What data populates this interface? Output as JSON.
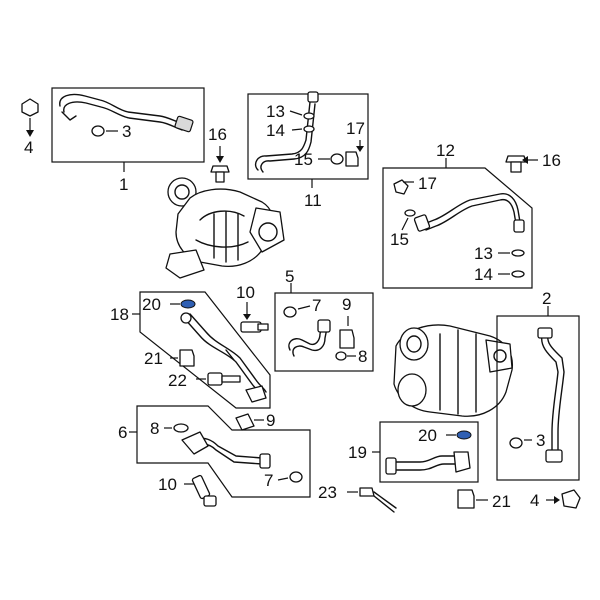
{
  "callouts": [
    {
      "id": "c1",
      "text": "1"
    },
    {
      "id": "c2",
      "text": "2"
    },
    {
      "id": "c3a",
      "text": "3"
    },
    {
      "id": "c3b",
      "text": "3"
    },
    {
      "id": "c4a",
      "text": "4"
    },
    {
      "id": "c4b",
      "text": "4"
    },
    {
      "id": "c5",
      "text": "5"
    },
    {
      "id": "c6",
      "text": "6"
    },
    {
      "id": "c7a",
      "text": "7"
    },
    {
      "id": "c7b",
      "text": "7"
    },
    {
      "id": "c8a",
      "text": "8"
    },
    {
      "id": "c8b",
      "text": "8"
    },
    {
      "id": "c9a",
      "text": "9"
    },
    {
      "id": "c9b",
      "text": "9"
    },
    {
      "id": "c10a",
      "text": "10"
    },
    {
      "id": "c10b",
      "text": "10"
    },
    {
      "id": "c11",
      "text": "11"
    },
    {
      "id": "c12",
      "text": "12"
    },
    {
      "id": "c13a",
      "text": "13"
    },
    {
      "id": "c13b",
      "text": "13"
    },
    {
      "id": "c14a",
      "text": "14"
    },
    {
      "id": "c14b",
      "text": "14"
    },
    {
      "id": "c15a",
      "text": "15"
    },
    {
      "id": "c15b",
      "text": "15"
    },
    {
      "id": "c16a",
      "text": "16"
    },
    {
      "id": "c16b",
      "text": "16"
    },
    {
      "id": "c17a",
      "text": "17"
    },
    {
      "id": "c17b",
      "text": "17"
    },
    {
      "id": "c18",
      "text": "18"
    },
    {
      "id": "c19",
      "text": "19"
    },
    {
      "id": "c20a",
      "text": "20"
    },
    {
      "id": "c20b",
      "text": "20"
    },
    {
      "id": "c21a",
      "text": "21"
    },
    {
      "id": "c21b",
      "text": "21"
    },
    {
      "id": "c22",
      "text": "22"
    },
    {
      "id": "c23",
      "text": "23"
    }
  ],
  "highlight_color": "#2f5fb3"
}
